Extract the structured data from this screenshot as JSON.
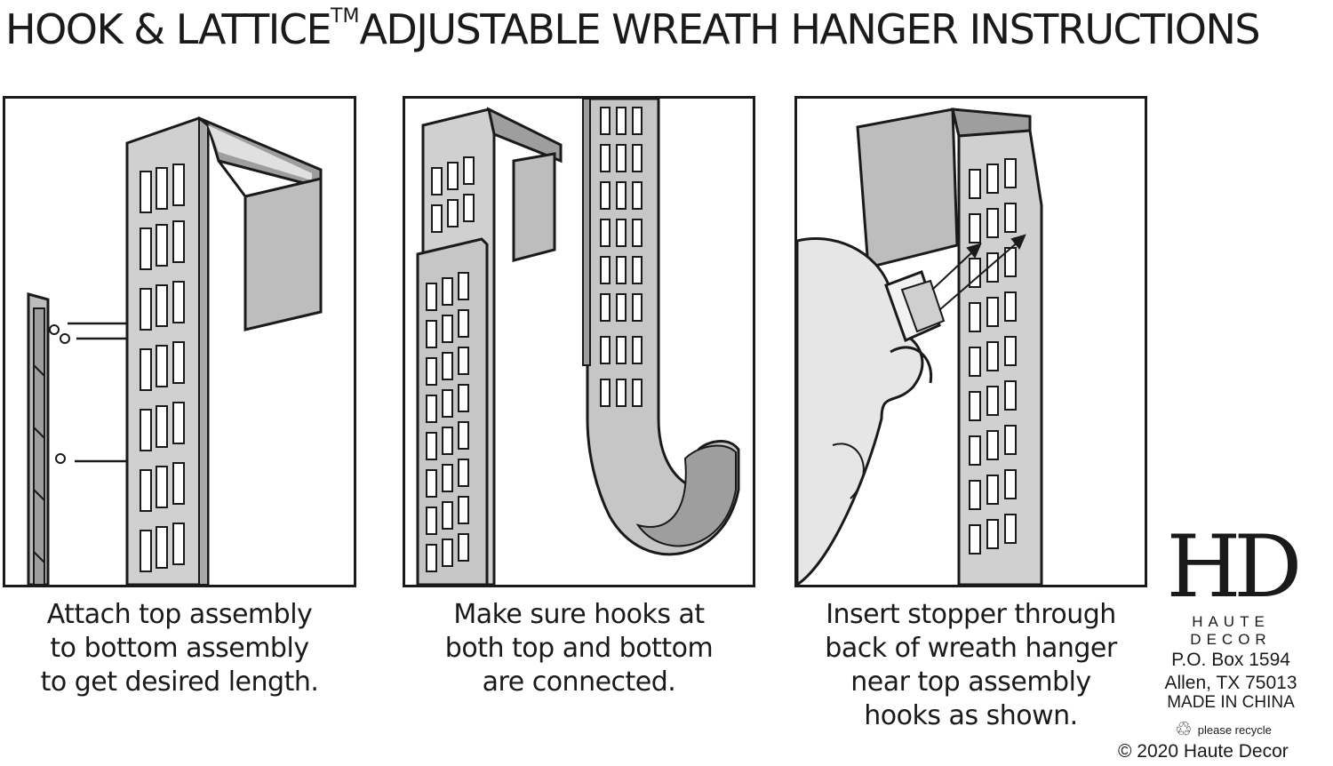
{
  "header": {
    "title_part1": "HOOK & LATTICE",
    "trademark": "TM",
    "title_part2": "ADJUSTABLE WREATH HANGER INSTRUCTIONS"
  },
  "steps": [
    {
      "caption_lines": [
        "Attach top assembly",
        "to bottom assembly",
        "to get desired length."
      ]
    },
    {
      "caption_lines": [
        "Make sure hooks at",
        "both top and bottom",
        "are connected."
      ]
    },
    {
      "caption_lines": [
        "Insert stopper through",
        "back of wreath hanger",
        "near top assembly",
        "hooks as shown."
      ]
    }
  ],
  "brand": {
    "logo": "HD",
    "name": "HAUTE DECOR",
    "address_line1": "P.O. Box 1594",
    "address_line2": "Allen, TX 75013",
    "made_in": "MADE IN CHINA",
    "recycle_icon": "recycle-icon",
    "recycle_text": "please recycle",
    "copyright": "© 2020 Haute Decor"
  },
  "colors": {
    "ink": "#1a1a1a",
    "metal": "#bdbdbd",
    "metal_light": "#d9d9d9"
  }
}
